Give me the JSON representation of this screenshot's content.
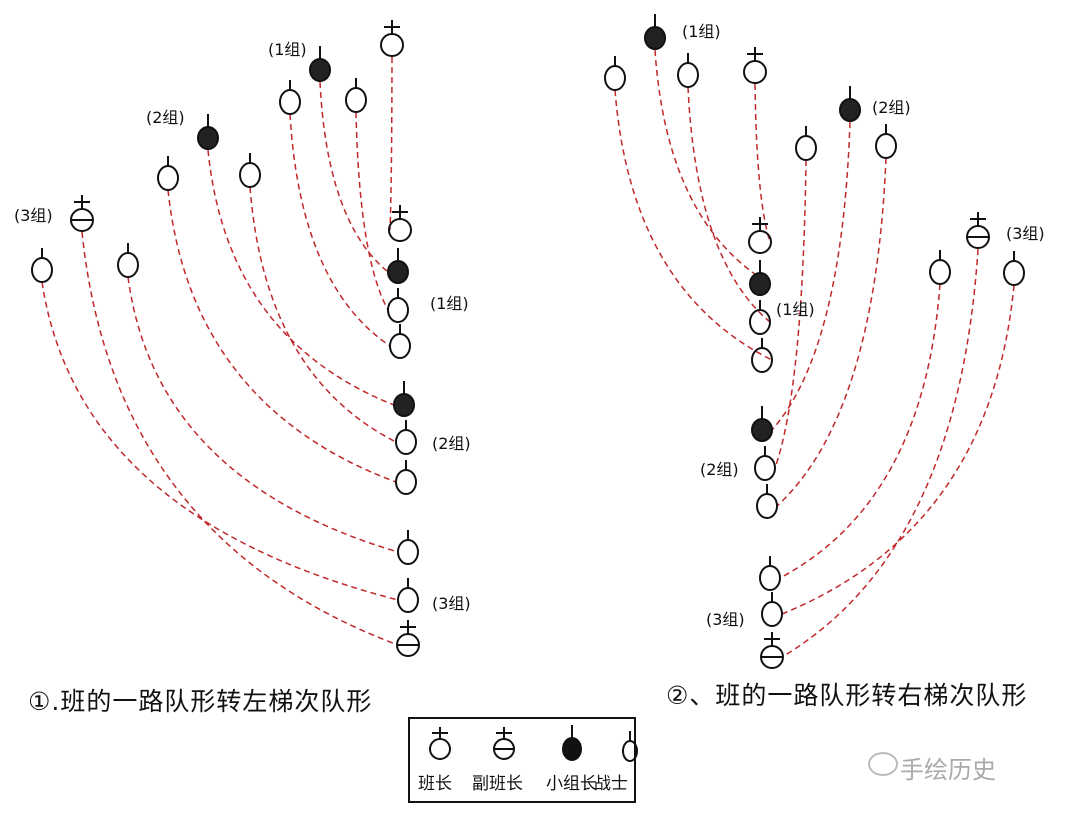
{
  "left_diagram": {
    "caption": "①.班的一路队形转左梯次队形",
    "group_labels": [
      "(1组)",
      "(2组)",
      "(3组)",
      "(1组)",
      "(2组)",
      "(3组)"
    ]
  },
  "right_diagram": {
    "caption": "②、班的一路队形转右梯次队形",
    "group_labels": [
      "(1组)",
      "(2组)",
      "(3组)",
      "(1组)",
      "(2组)",
      "(3组)"
    ]
  },
  "legend": {
    "items": [
      "班长",
      "副班长",
      "小组长",
      "战士"
    ]
  },
  "watermark": "手绘历史",
  "colors": {
    "path": "#c0282c",
    "ink": "#111111"
  }
}
